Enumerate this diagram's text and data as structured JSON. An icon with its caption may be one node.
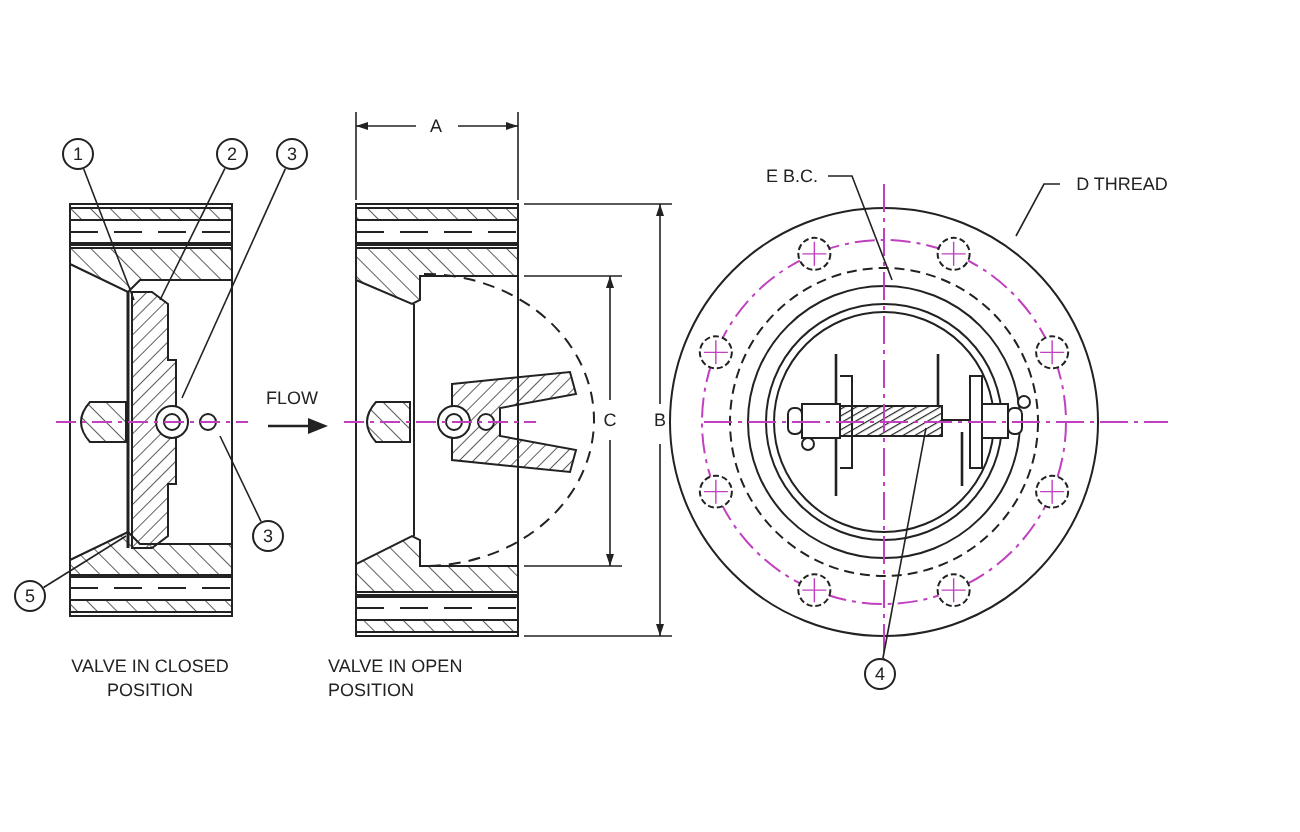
{
  "diagram": {
    "nodes": [
      {
        "text": [
          "1"
        ]
      },
      {
        "text": [
          "2"
        ]
      },
      {
        "text": [
          "3"
        ]
      },
      {
        "text": [
          "3"
        ]
      },
      {
        "text": [
          "5"
        ]
      },
      {
        "text": [
          "4"
        ]
      },
      {
        "text": [
          "E B.C."
        ]
      },
      {
        "text": [
          "D THREAD"
        ]
      }
    ],
    "edges": [
      {
        "from": 0,
        "to": null,
        "arrow": "none"
      },
      {
        "from": 1,
        "to": null,
        "arrow": "none"
      },
      {
        "from": 2,
        "to": null,
        "arrow": "none"
      },
      {
        "from": 3,
        "to": null,
        "arrow": "none"
      },
      {
        "from": 4,
        "to": null,
        "arrow": "none"
      },
      {
        "from": 5,
        "to": null,
        "arrow": "none"
      },
      {
        "from": 6,
        "to": null,
        "arrow": "none"
      },
      {
        "from": 7,
        "to": null,
        "arrow": "none"
      }
    ],
    "labels": [
      "A",
      "FLOW",
      "C",
      "B",
      "VALVE IN CLOSED POSITION",
      "VALVE IN OPEN POSITION"
    ]
  }
}
